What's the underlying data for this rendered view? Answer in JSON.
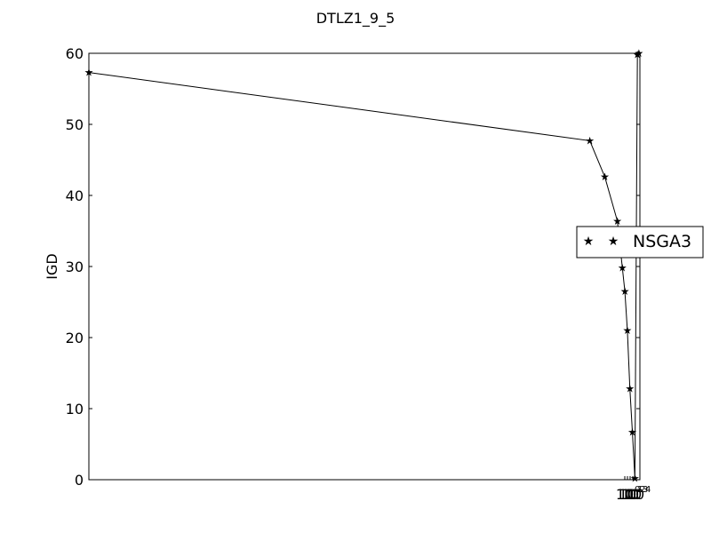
{
  "chart_data": {
    "type": "line",
    "title": "DTLZ1_9_5",
    "xlabel": "",
    "ylabel": "IGD",
    "ylim": [
      0,
      60
    ],
    "yticks": [
      0,
      10,
      20,
      30,
      40,
      50,
      60
    ],
    "xtick_labels": [
      "10",
      "10",
      "10",
      "10",
      "10"
    ],
    "xtick_exponents": [
      "0",
      "1",
      "2",
      "3",
      "4"
    ],
    "grid": false,
    "legend_position": "center-right",
    "series": [
      {
        "name": "NSGA3",
        "marker": "star",
        "color": "#000000",
        "x": [
          1,
          10000,
          10300,
          10550,
          10650,
          10700,
          10750,
          10800,
          10850,
          10900,
          10950,
          10980
        ],
        "y": [
          57.3,
          47.7,
          42.6,
          36.4,
          29.8,
          26.5,
          21.0,
          12.8,
          6.7,
          0.2,
          59.8,
          60.0
        ]
      }
    ]
  }
}
